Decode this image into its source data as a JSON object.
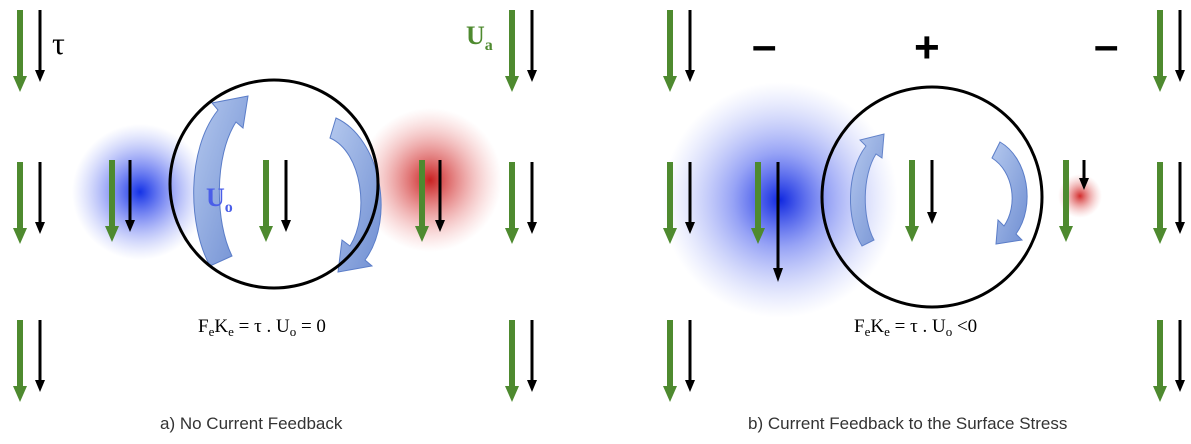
{
  "colors": {
    "wind_arrow": "#4e8a2f",
    "stress_arrow": "#000000",
    "cold_blob": "#1432e6",
    "warm_blob": "#d83a3a",
    "current_arrow": "#8aa6d8",
    "circle": "#000000",
    "uo_label": "#4a5ee8",
    "ua_label": "#4e8a2f"
  },
  "panels": [
    {
      "id": "a",
      "caption": "a) No Current Feedback",
      "equation": {
        "a": "F",
        "a_sub": "e",
        "b": "K",
        "b_sub": "e",
        "rest": " = τ . U",
        "rest_sub": "o",
        "tail": " = 0"
      },
      "tau_label": "τ",
      "uo_label": {
        "main": "U",
        "sub": "o"
      },
      "ua_label": {
        "main": "U",
        "sub": "a"
      },
      "signs": []
    },
    {
      "id": "b",
      "caption": "b) Current Feedback to the Surface Stress",
      "equation": {
        "a": "F",
        "a_sub": "e",
        "b": "K",
        "b_sub": "e",
        "rest": " = τ . U",
        "rest_sub": "o",
        "tail": " <0"
      },
      "signs": [
        "–",
        "+",
        "–"
      ]
    }
  ]
}
